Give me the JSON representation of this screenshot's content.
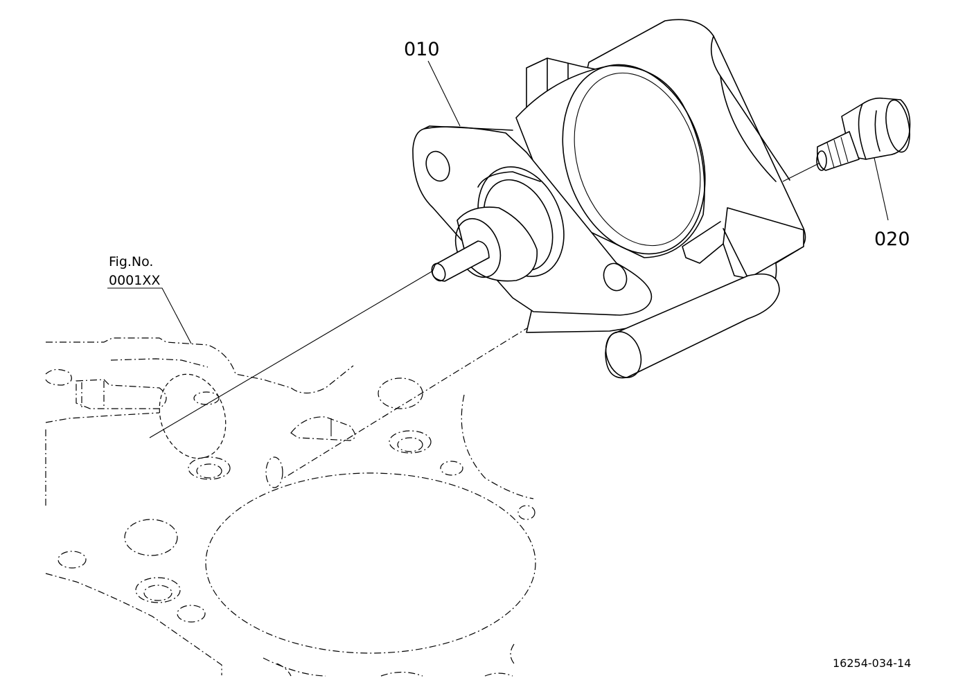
{
  "labels": {
    "part_010": "010",
    "part_020": "020",
    "fig_label": "Fig.No.",
    "fig_number": "0001XX",
    "drawing_number": "16254-034-14"
  }
}
